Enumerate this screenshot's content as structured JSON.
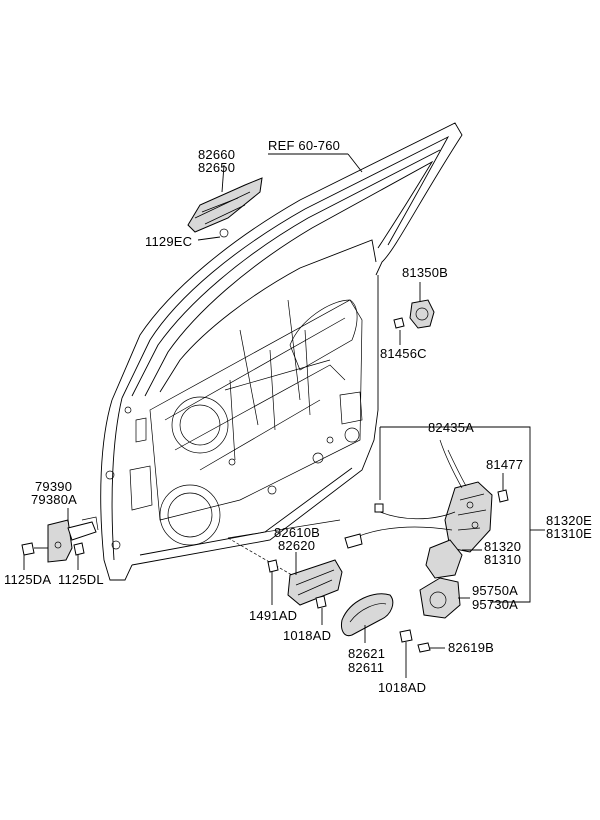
{
  "labels": {
    "ref": "REF 60-760",
    "p82660": "82660",
    "p82650": "82650",
    "p1129EC": "1129EC",
    "p81350B": "81350B",
    "p81456C": "81456C",
    "p82435A": "82435A",
    "p81477": "81477",
    "p81320E": "81320E",
    "p81310E": "81310E",
    "p81320": "81320",
    "p81310": "81310",
    "p95750A": "95750A",
    "p95730A": "95730A",
    "p79390": "79390",
    "p79380A": "79380A",
    "p1125DA": "1125DA",
    "p1125DL": "1125DL",
    "p82610B": "82610B",
    "p82620": "82620",
    "p1491AD": "1491AD",
    "p1018AD_a": "1018AD",
    "p82621": "82621",
    "p82611": "82611",
    "p82619B": "82619B",
    "p1018AD_b": "1018AD"
  }
}
